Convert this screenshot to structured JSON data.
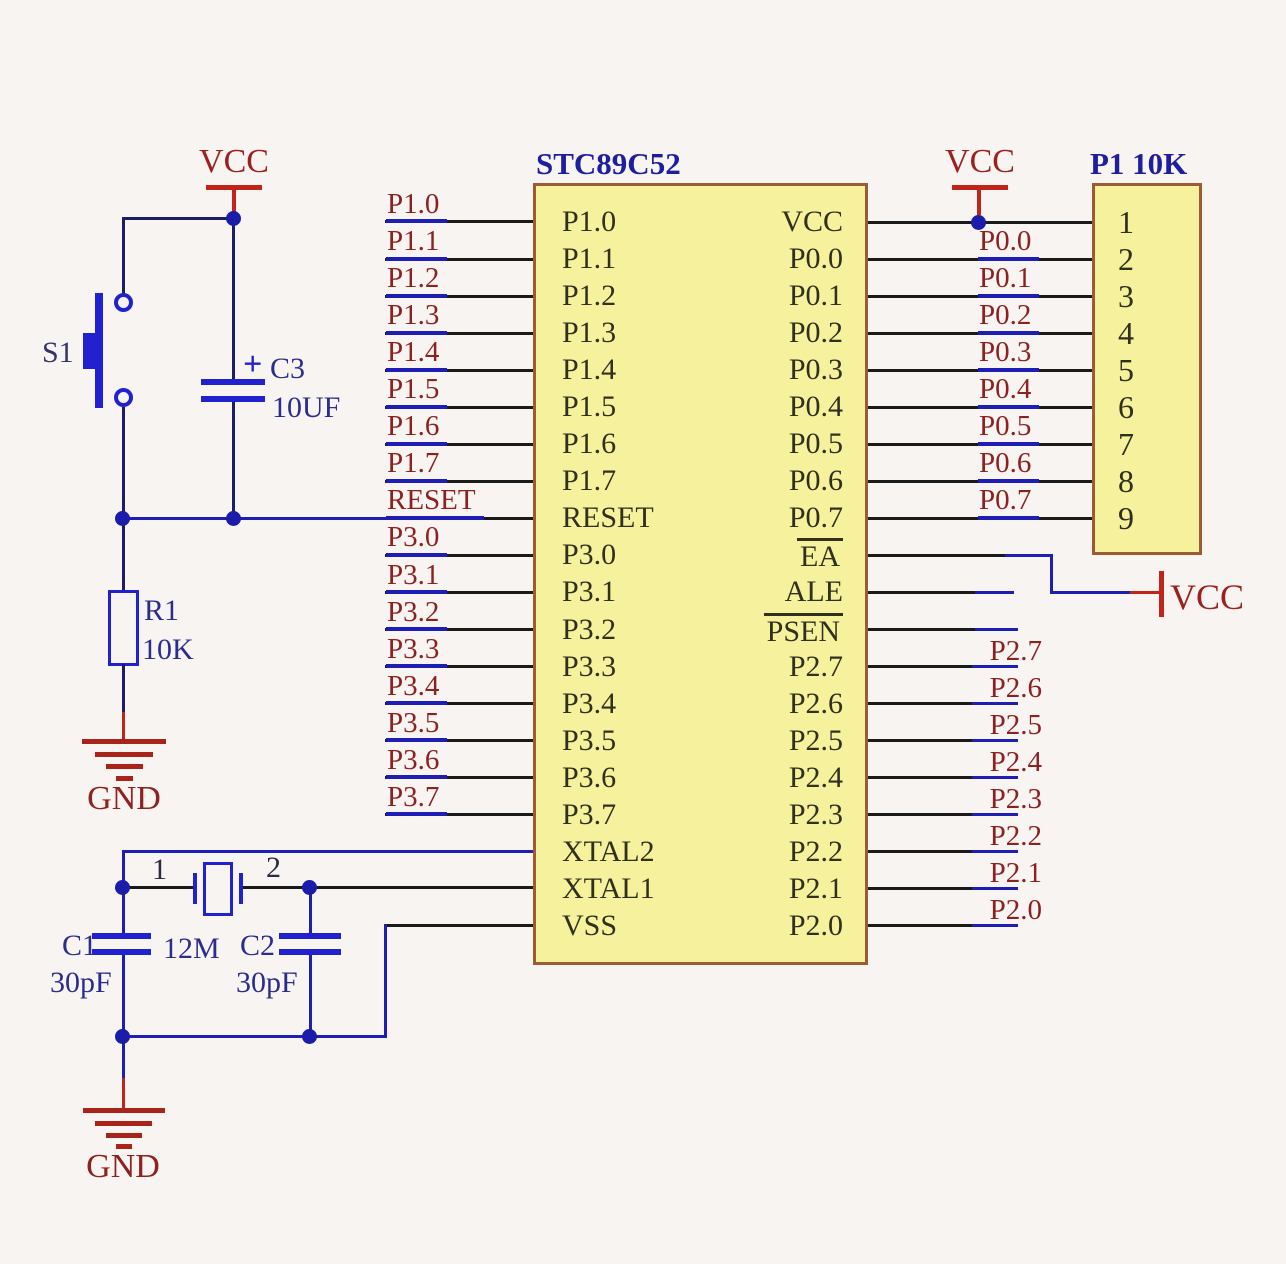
{
  "chip": {
    "title": "STC89C52",
    "left_pins": [
      "P1.0",
      "P1.1",
      "P1.2",
      "P1.3",
      "P1.4",
      "P1.5",
      "P1.6",
      "P1.7",
      "RESET",
      "P3.0",
      "P3.1",
      "P3.2",
      "P3.3",
      "P3.4",
      "P3.5",
      "P3.6",
      "P3.7",
      "XTAL2",
      "XTAL1",
      "VSS"
    ],
    "right_pins": [
      "VCC",
      "P0.0",
      "P0.1",
      "P0.2",
      "P0.3",
      "P0.4",
      "P0.5",
      "P0.6",
      "P0.7",
      {
        "label": "EA",
        "overline": true
      },
      "ALE",
      {
        "label": "PSEN",
        "overline": true
      },
      "P2.7",
      "P2.6",
      "P2.5",
      "P2.4",
      "P2.3",
      "P2.2",
      "P2.1",
      "P2.0"
    ]
  },
  "resistor_pack": {
    "title": "P1 10K",
    "pins": [
      "1",
      "2",
      "3",
      "4",
      "5",
      "6",
      "7",
      "8",
      "9"
    ]
  },
  "nets": {
    "left": [
      "P1.0",
      "P1.1",
      "P1.2",
      "P1.3",
      "P1.4",
      "P1.5",
      "P1.6",
      "P1.7",
      "RESET",
      "P3.0",
      "P3.1",
      "P3.2",
      "P3.3",
      "P3.4",
      "P3.5",
      "P3.6",
      "P3.7"
    ],
    "p0": [
      "P0.0",
      "P0.1",
      "P0.2",
      "P0.3",
      "P0.4",
      "P0.5",
      "P0.6",
      "P0.7"
    ],
    "p2": [
      "P2.7",
      "P2.6",
      "P2.5",
      "P2.4",
      "P2.3",
      "P2.2",
      "P2.1",
      "P2.0"
    ]
  },
  "components": {
    "s1": {
      "ref": "S1"
    },
    "c3": {
      "ref": "C3",
      "value": "10UF",
      "plus": "+"
    },
    "r1": {
      "ref": "R1",
      "value": "10K"
    },
    "crystal": {
      "value": "12M",
      "pin1": "1",
      "pin2": "2"
    },
    "c1": {
      "ref": "C1",
      "value": "30pF"
    },
    "c2": {
      "ref": "C2",
      "value": "30pF"
    }
  },
  "power": {
    "vcc_left": "VCC",
    "vcc_right_top": "VCC",
    "vcc_right_mid": "VCC",
    "gnd_upper": "GND",
    "gnd_lower": "GND"
  },
  "colors": {
    "background": "#f8f4f1",
    "chip_fill": "#f5f19c",
    "chip_border": "#9e5a32",
    "wire_black": "#1a1a1a",
    "wire_navy": "#1e1eb4",
    "net_label_red": "#8c2121",
    "component_blue": "#2121cf",
    "title_navy": "#1e1e9e",
    "power_red": "#c1241a"
  }
}
